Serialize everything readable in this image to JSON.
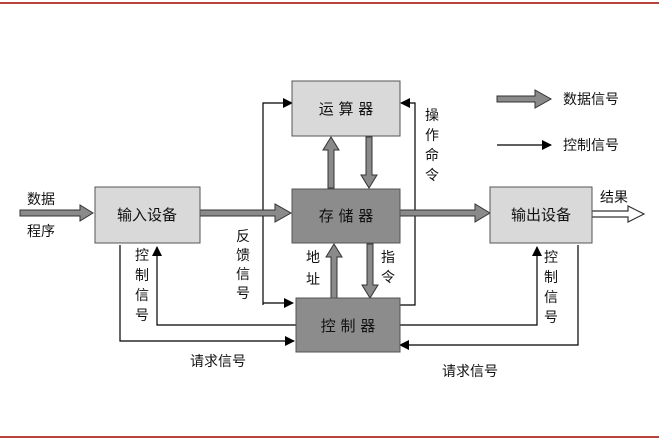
{
  "boxes": {
    "alu": "运 算 器",
    "memory": "存 储 器",
    "control": "控 制 器",
    "input": "输入设备",
    "output": "输出设备"
  },
  "labels": {
    "data_in_line1": "数据",
    "data_in_line2": "程序",
    "result": "结果",
    "feedback": [
      "反",
      "馈",
      "信",
      "号"
    ],
    "operation_cmd": [
      "操",
      "作",
      "命",
      "令"
    ],
    "address": [
      "地",
      "址"
    ],
    "instruction": [
      "指",
      "令"
    ],
    "ctrl_left": [
      "控",
      "制",
      "信",
      "号"
    ],
    "ctrl_right": [
      "控",
      "制",
      "信",
      "号"
    ],
    "request_left": "请求信号",
    "request_right": "请求信号"
  },
  "legend": {
    "data_signal": "数据信号",
    "control_signal": "控制信号"
  },
  "colors": {
    "box_light": "#d9d9d9",
    "box_dark": "#8c8c8c",
    "arrow_fill": "#8a8a8a",
    "rule": "#b8433c"
  }
}
